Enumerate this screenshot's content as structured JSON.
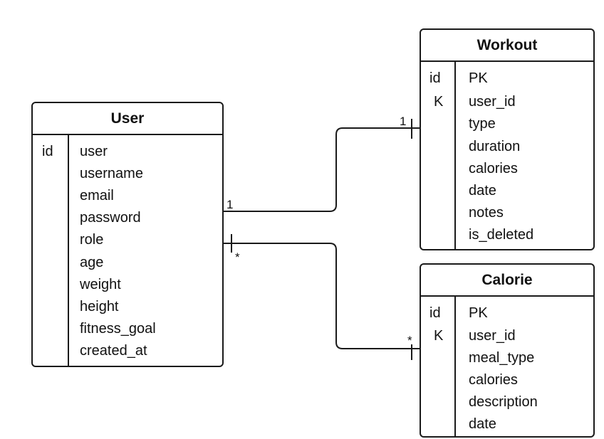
{
  "entities": {
    "user": {
      "title": "User",
      "rows": [
        {
          "key": "id",
          "field": "user"
        },
        {
          "key": "",
          "field": "username"
        },
        {
          "key": "",
          "field": "email"
        },
        {
          "key": "",
          "field": "password"
        },
        {
          "key": "",
          "field": "role"
        },
        {
          "key": "",
          "field": "age"
        },
        {
          "key": "",
          "field": "weight"
        },
        {
          "key": "",
          "field": "height"
        },
        {
          "key": "",
          "field": "fitness_goal"
        },
        {
          "key": "",
          "field": "created_at"
        }
      ]
    },
    "workout": {
      "title": "Workout",
      "rows": [
        {
          "key": "id",
          "field": "PK"
        },
        {
          "key": "K",
          "field": "user_id"
        },
        {
          "key": "",
          "field": "type"
        },
        {
          "key": "",
          "field": "duration"
        },
        {
          "key": "",
          "field": "calories"
        },
        {
          "key": "",
          "field": "date"
        },
        {
          "key": "",
          "field": "notes"
        },
        {
          "key": "",
          "field": "is_deleted"
        }
      ]
    },
    "calorie": {
      "title": "Calorie",
      "rows": [
        {
          "key": "id",
          "field": "PK"
        },
        {
          "key": "K",
          "field": "user_id"
        },
        {
          "key": "",
          "field": "meal_type"
        },
        {
          "key": "",
          "field": "calories"
        },
        {
          "key": "",
          "field": "description"
        },
        {
          "key": "",
          "field": "date"
        }
      ]
    }
  },
  "relations": {
    "user_workout": {
      "from_mult": "1",
      "to_mult": "1"
    },
    "user_calorie": {
      "from_mult": "*",
      "to_mult": "*"
    }
  }
}
